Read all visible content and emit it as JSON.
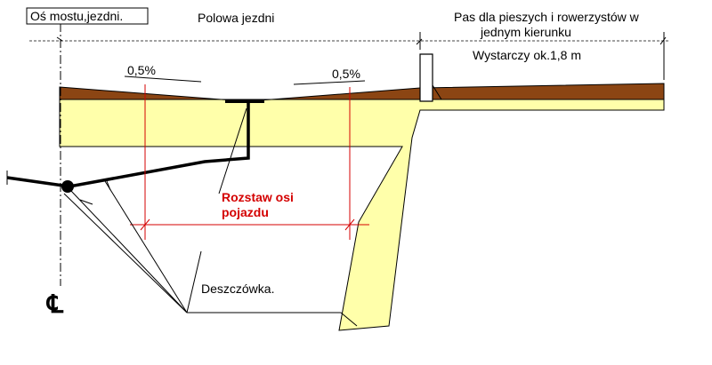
{
  "labels": {
    "axis_box": "Oś mostu,jezdni.",
    "half_road": "Polowa jezdni",
    "path_line1": "Pas dla pieszych i rowerzystów w",
    "path_line2": "jednym kierunku",
    "path_width": "Wystarczy ok.1,8 m",
    "slope_left": "0,5%",
    "slope_right": "0,5%",
    "axle_line1": "Rozstaw osi",
    "axle_line2": "pojazdu",
    "rainwater": "Deszczówka.",
    "centerline_symbol": "℄"
  },
  "colors": {
    "asphalt": "#8B4513",
    "concrete": "#FFFFAA",
    "dimension_red": "#d40000",
    "ink": "#000000"
  }
}
